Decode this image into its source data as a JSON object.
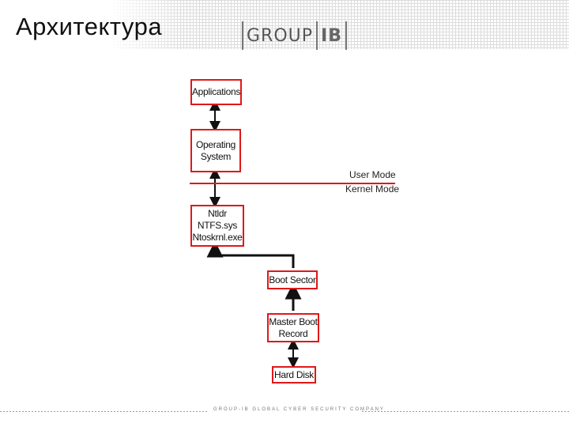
{
  "slide": {
    "title": "Архитектура"
  },
  "logo": {
    "left": "GROUP",
    "right": "IB"
  },
  "diagram": {
    "applications": [
      "Applications"
    ],
    "operating_system": [
      "Operating",
      "System"
    ],
    "loader": [
      "Ntldr",
      "NTFS.sys",
      "Ntoskrnl.exe"
    ],
    "boot_sector": [
      "Boot Sector"
    ],
    "mbr": [
      "Master Boot",
      "Record"
    ],
    "hard_disk": [
      "Hard Disk"
    ],
    "user_mode": "User Mode",
    "kernel_mode": "Kernel Mode",
    "line_color": "#e01818"
  },
  "footer": {
    "text": "GROUP-IB GLOBAL CYBER SECURITY COMPANY"
  }
}
